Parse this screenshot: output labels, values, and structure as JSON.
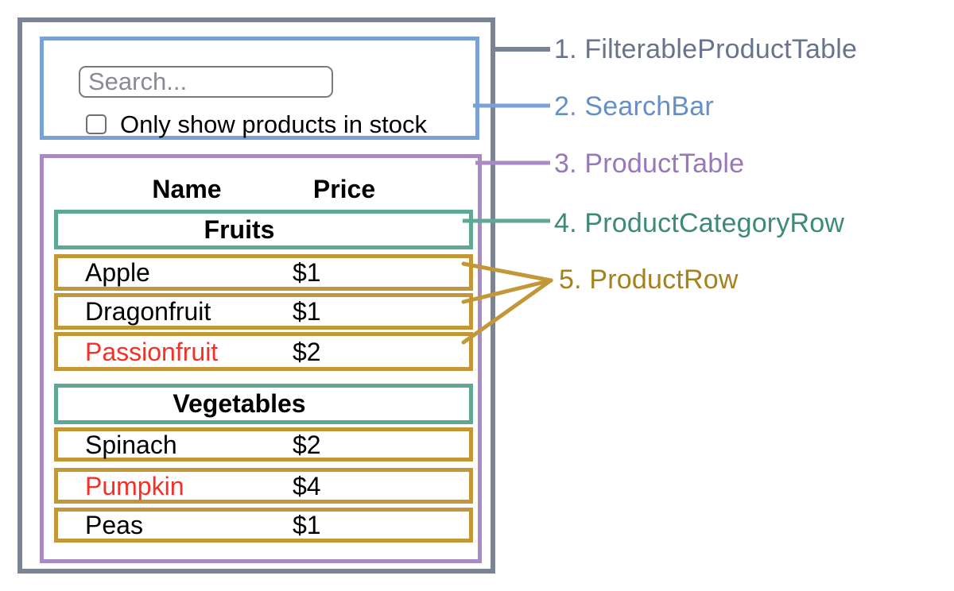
{
  "filterable_product_table": {
    "search_bar": {
      "input_placeholder": "Search...",
      "input_value": "",
      "checkbox_label": "Only show products in stock",
      "checkbox_checked": false
    },
    "product_table": {
      "headers": {
        "name": "Name",
        "price": "Price"
      },
      "sections": [
        {
          "category": "Fruits",
          "rows": [
            {
              "name": "Apple",
              "price": "$1",
              "out_of_stock": false
            },
            {
              "name": "Dragonfruit",
              "price": "$1",
              "out_of_stock": false
            },
            {
              "name": "Passionfruit",
              "price": "$2",
              "out_of_stock": true
            }
          ]
        },
        {
          "category": "Vegetables",
          "rows": [
            {
              "name": "Spinach",
              "price": "$2",
              "out_of_stock": false
            },
            {
              "name": "Pumpkin",
              "price": "$4",
              "out_of_stock": true
            },
            {
              "name": "Peas",
              "price": "$1",
              "out_of_stock": false
            }
          ]
        }
      ]
    }
  },
  "legend": {
    "items": [
      {
        "label": "1. FilterableProductTable",
        "color": "#68748c"
      },
      {
        "label": "2. SearchBar",
        "color": "#6590c5"
      },
      {
        "label": "3. ProductTable",
        "color": "#9878b8"
      },
      {
        "label": "4. ProductCategoryRow",
        "color": "#3d8a76"
      },
      {
        "label": "5. ProductRow",
        "color": "#a6811c"
      }
    ]
  },
  "colors": {
    "outline_filterable_product_table": "#7b8495",
    "outline_search_bar": "#7aa1d3",
    "outline_product_table": "#aa8ac2",
    "outline_product_category_row": "#5fa895",
    "outline_product_row": "#c29737",
    "out_of_stock_text": "#f03228"
  }
}
